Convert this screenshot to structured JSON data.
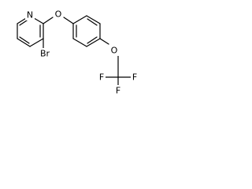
{
  "molecule": {
    "atoms": {
      "n_pyridine": "N",
      "o_ether": "O",
      "br": "Br",
      "o_ocf3": "O",
      "f1": "F",
      "f2": "F",
      "f3": "F"
    }
  }
}
